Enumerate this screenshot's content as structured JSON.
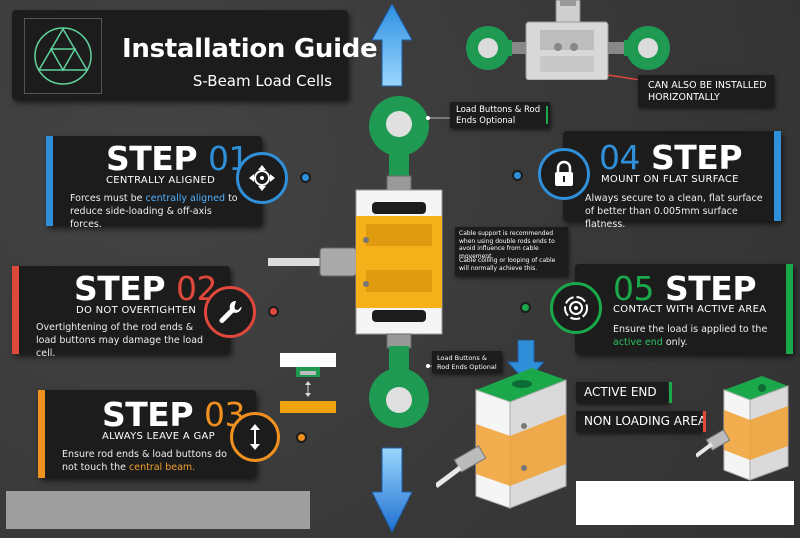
{
  "header": {
    "title": "Installation Guide",
    "subtitle": "S-Beam Load Cells"
  },
  "logo": {
    "icon": "triangle-circle-logo"
  },
  "steps": [
    {
      "word": "STEP",
      "number": "01",
      "subtitle": "CENTRALLY ALIGNED",
      "desc_before": "Forces must be ",
      "desc_highlight": "centrally aligned",
      "desc_after": " to reduce side-loading & off-axis forces.",
      "icon": "crosshair-arrows-icon",
      "color": "#2f8fd8"
    },
    {
      "word": "STEP",
      "number": "02",
      "subtitle": "DO NOT OVERTIGHTEN",
      "desc": "Overtightening of the rod ends & load buttons may damage the load cell.",
      "icon": "wrench-icon",
      "color": "#e0483c"
    },
    {
      "word": "STEP",
      "number": "03",
      "subtitle": "ALWAYS LEAVE A GAP",
      "desc_before": "Ensure rod ends & load buttons do not touch the ",
      "desc_highlight": "central beam.",
      "desc_after": "",
      "icon": "gap-arrows-icon",
      "color": "#f0901e"
    },
    {
      "word": "STEP",
      "number": "04",
      "subtitle": "MOUNT ON FLAT SURFACE",
      "desc": "Always secure to a clean, flat surface of better than 0.005mm surface flatness.",
      "icon": "lock-icon",
      "color": "#2f8fd8"
    },
    {
      "word": "STEP",
      "number": "05",
      "subtitle": "CONTACT WITH ACTIVE AREA",
      "desc_before": "Ensure the load is applied to the ",
      "desc_highlight": "active end",
      "desc_after": " only.",
      "icon": "target-icon",
      "color": "#1aa84a"
    }
  ],
  "notes": {
    "horizontal": "CAN ALSO BE INSTALLED HORIZONTALLY",
    "load_buttons_top": "Load Buttons & Rod Ends Optional",
    "load_buttons_bottom": "Load Buttons & Rod Ends Optional",
    "cable_support": "Cable support is recommended when using double rods ends to avoid influence from cable movement.",
    "cable_coiling": "Cable coiling or looping of cable will normally achieve this.",
    "active_end": "ACTIVE END",
    "non_loading": "NON LOADING AREA"
  },
  "colors": {
    "blue": "#2f8fd8",
    "red": "#e0483c",
    "orange": "#f0901e",
    "green": "#1aa84a",
    "rod_green": "#1f9a52",
    "cell_yellow": "#f4b11a"
  }
}
